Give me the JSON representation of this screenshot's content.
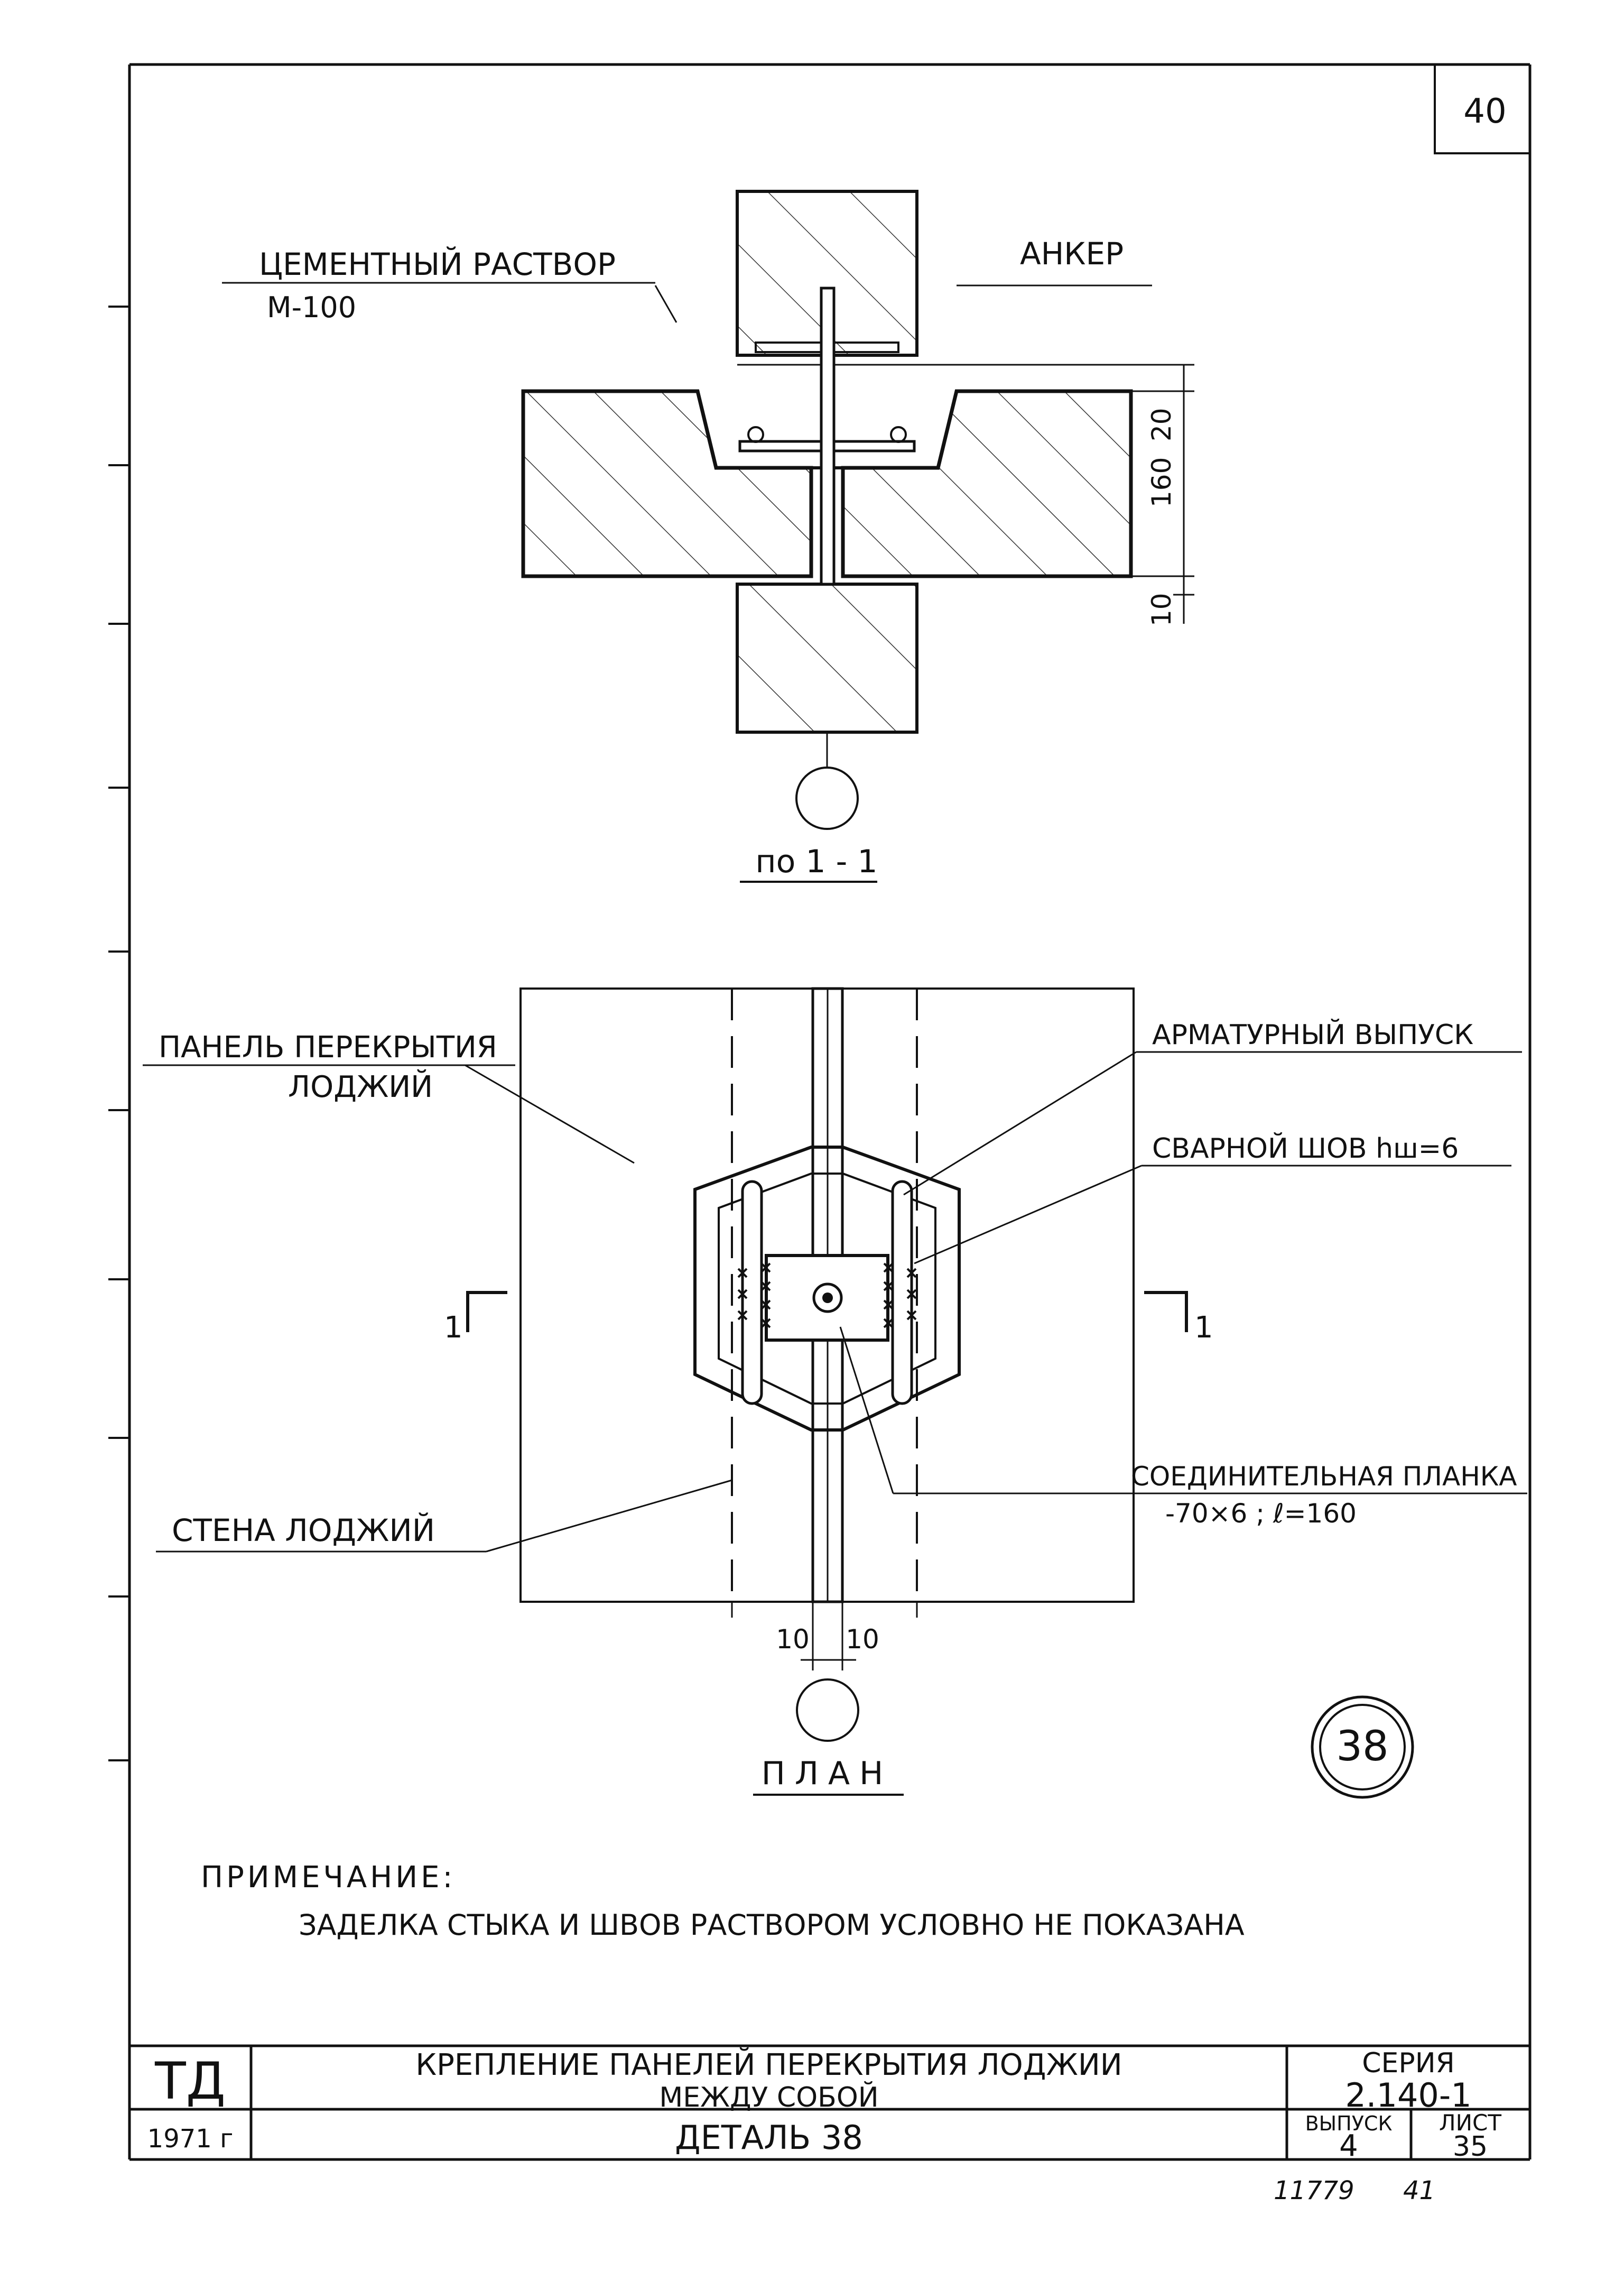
{
  "sheet": {
    "page_number": "40",
    "stamp_number": "11779",
    "stamp_suffix": "41"
  },
  "section_view": {
    "label_mortar": "ЦЕМЕНТНЫЙ РАСТВОР",
    "label_mortar_grade": "М-100",
    "label_anchor": "АНКЕР",
    "dim_top": "20",
    "dim_mid": "160",
    "dim_bottom": "10",
    "caption": "по 1 - 1"
  },
  "plan_view": {
    "label_panel_line1": "ПАНЕЛЬ ПЕРЕКРЫТИЯ",
    "label_panel_line2": "ЛОДЖИЙ",
    "label_rebar": "АРМАТУРНЫЙ ВЫПУСК",
    "label_weld": "СВАРНОЙ ШОВ hш=6",
    "label_plate_line1": "СОЕДИНИТЕЛЬНАЯ ПЛАНКА",
    "label_plate_line2": "-70×6 ; ℓ=160",
    "label_wall": "СТЕНА   ЛОДЖИЙ",
    "section_mark_left": "1",
    "section_mark_right": "1",
    "dim_left": "10",
    "dim_right": "10",
    "caption": "ПЛАН",
    "detail_number": "38"
  },
  "note": {
    "heading": "ПРИМЕЧАНИЕ:",
    "text": "ЗАДЕЛКА СТЫКА И ШВОВ РАСТВОРОМ УСЛОВНО НЕ ПОКАЗАНА"
  },
  "title_block": {
    "org": "ТД",
    "year": "1971 г",
    "title_line1": "КРЕПЛЕНИЕ ПАНЕЛЕЙ ПЕРЕКРЫТИЯ ЛОДЖИИ",
    "title_line2": "МЕЖДУ СОБОЙ",
    "detail": "ДЕТАЛЬ 38",
    "series_label": "СЕРИЯ",
    "series_value": "2.140-1",
    "issue_label": "ВЫПУСК",
    "issue_value": "4",
    "sheet_label": "ЛИСТ",
    "sheet_value": "35"
  }
}
